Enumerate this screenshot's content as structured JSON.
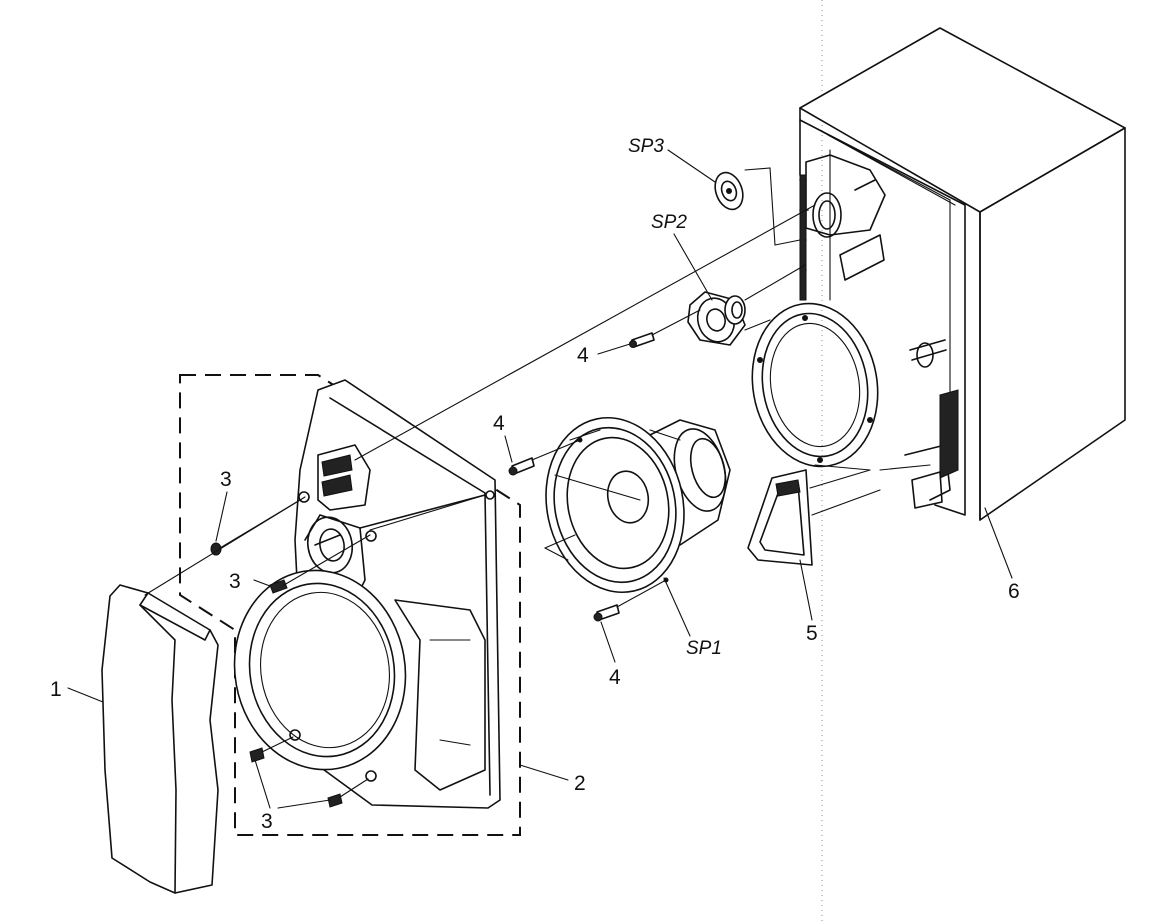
{
  "callouts": {
    "part_1": "1",
    "part_2": "2",
    "part_3_top": "3",
    "part_3_mid": "3",
    "part_3_bottom": "3",
    "part_4_upper": "4",
    "part_4_mid": "4",
    "part_4_lower": "4",
    "part_5": "5",
    "part_6": "6",
    "sp1": "SP1",
    "sp2": "SP2",
    "sp3": "SP3"
  }
}
